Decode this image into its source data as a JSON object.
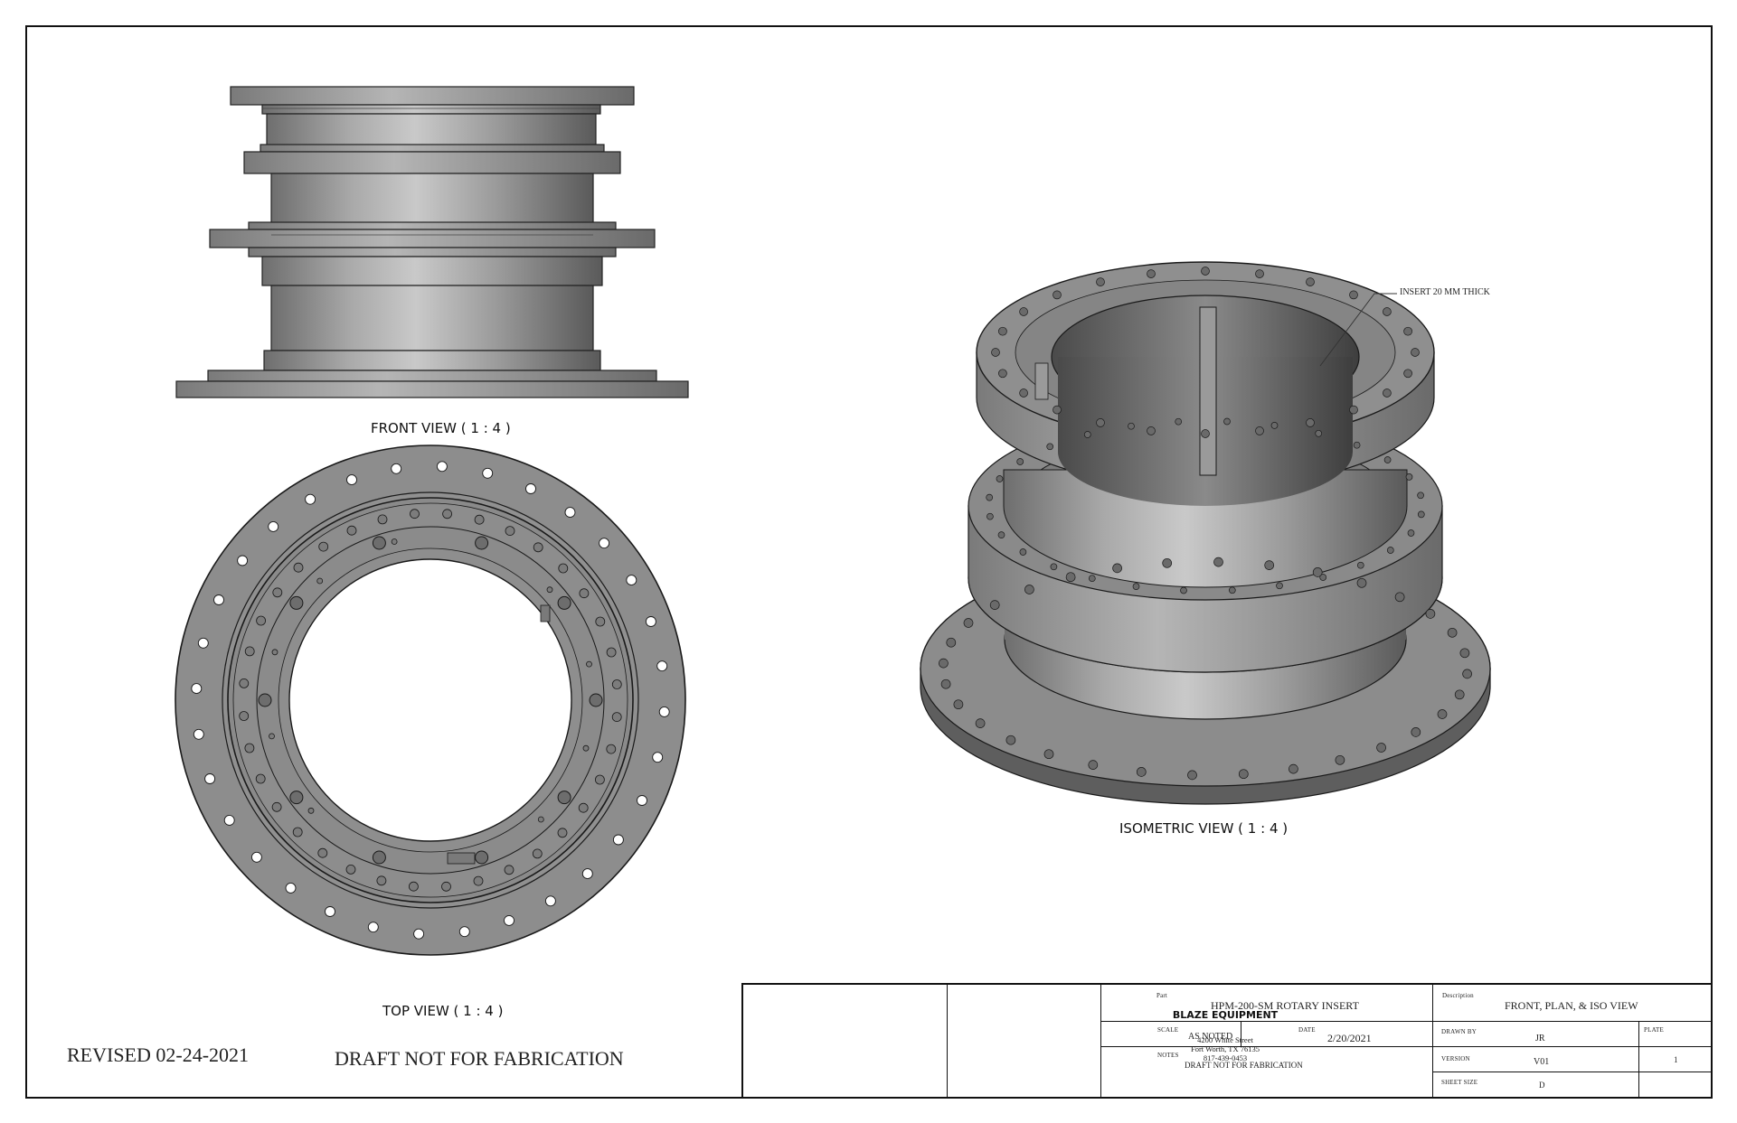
{
  "views": {
    "front_caption": "FRONT VIEW ( 1 : 4 )",
    "top_caption": "TOP VIEW ( 1 : 4 )",
    "iso_caption": "ISOMETRIC VIEW ( 1 : 4 )",
    "callout": "INSERT 20 MM THICK"
  },
  "notes": {
    "revised": "REVISED 02-24-2021",
    "draft": "DRAFT NOT FOR FABRICATION"
  },
  "title_block": {
    "logo_text": "BLAZE",
    "logo_sub": "EQUIPMENT",
    "company_name": "BLAZE EQUIPMENT",
    "address_1": "4200 White Street",
    "address_2": "Fort Worth, TX 76135",
    "phone": "817-439-0453",
    "part_label": "Part",
    "part_value": "HPM-200-SM ROTARY INSERT",
    "description_label": "Description",
    "description_value": "FRONT, PLAN, & ISO VIEW",
    "scale_label": "SCALE",
    "scale_value": "AS NOTED",
    "date_label": "DATE",
    "date_value": "2/20/2021",
    "notes_label": "NOTES",
    "notes_value": "DRAFT NOT FOR FABRICATION",
    "drawn_by_label": "DRAWN BY",
    "drawn_by_value": "JR",
    "plate_label": "PLATE",
    "plate_value": "1",
    "version_label": "VERSION",
    "version_value": "V01",
    "sheet_size_label": "SHEET SIZE",
    "sheet_size_value": "D"
  },
  "colors": {
    "metal_face": "#8f8f8f",
    "metal_dark": "#5c5c5c",
    "metal_light": "#c4c4c4",
    "logo_bg": "#2b2b2b",
    "logo_accent": "#9c1f2a"
  }
}
